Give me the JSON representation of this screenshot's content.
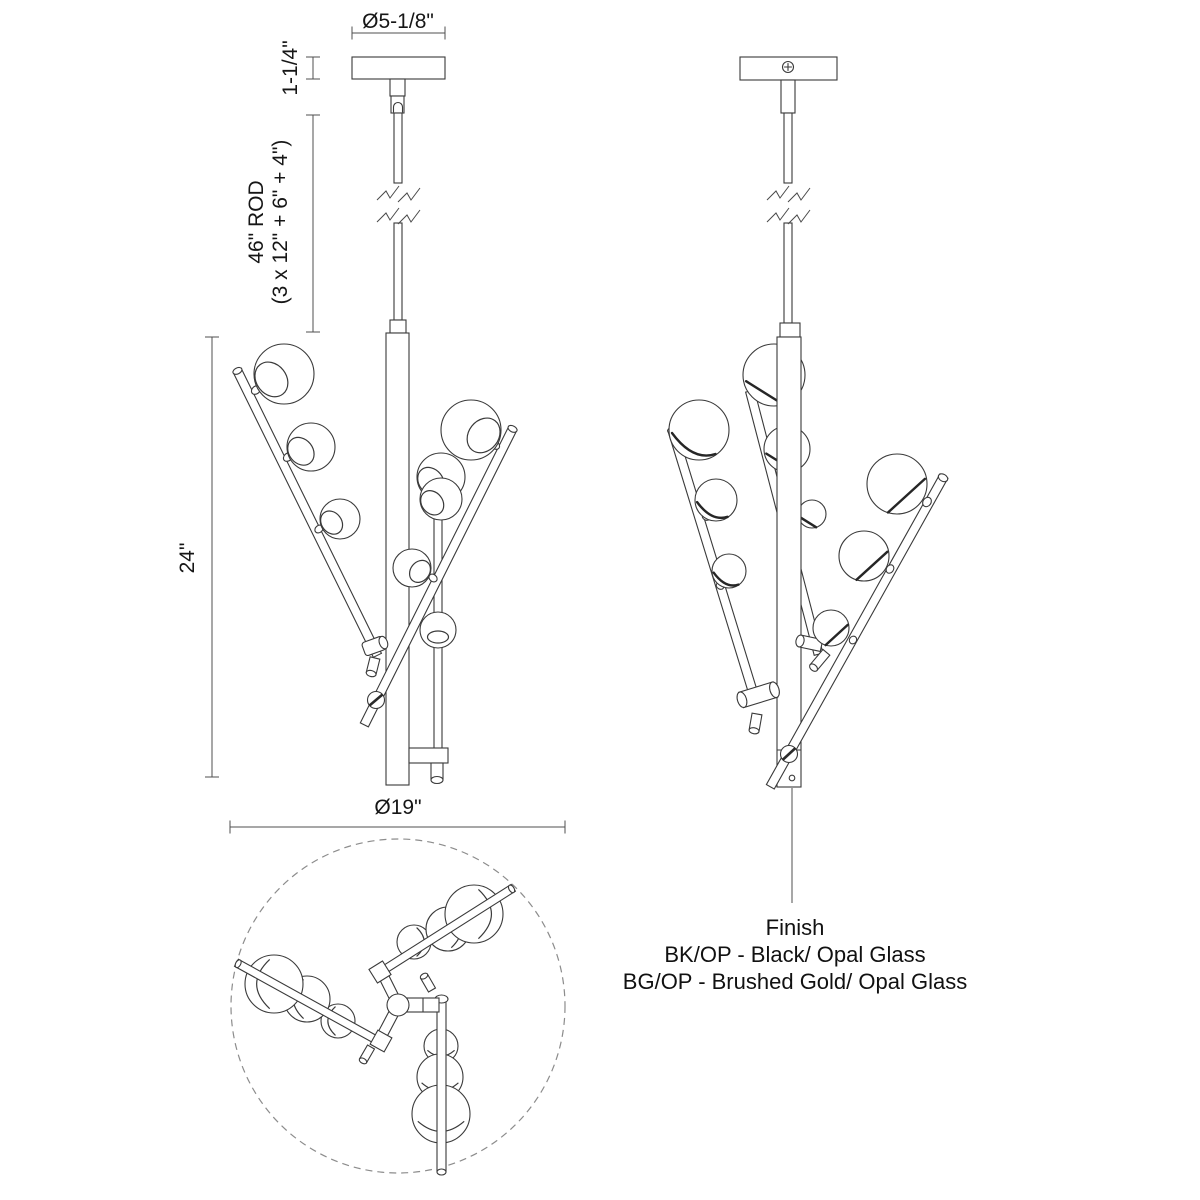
{
  "dimensions": {
    "canopy_diameter": "Ø5-1/8\"",
    "canopy_height": "1-1/4\"",
    "rod_length_line1": "46\" ROD",
    "rod_length_line2": "(3 x 12\" + 6\" + 4\")",
    "fixture_height": "24\"",
    "fixture_diameter": "Ø19\""
  },
  "finish_note": {
    "title": "Finish",
    "options": [
      "BK/OP - Black/ Opal Glass",
      "BG/OP - Brushed Gold/ Opal Glass"
    ]
  },
  "colors": {
    "background": "#ffffff",
    "line": "#3a3a3a",
    "dimension": "#4f4f4f",
    "text": "#161616",
    "dashed_boundary": "#8c8c8c"
  }
}
